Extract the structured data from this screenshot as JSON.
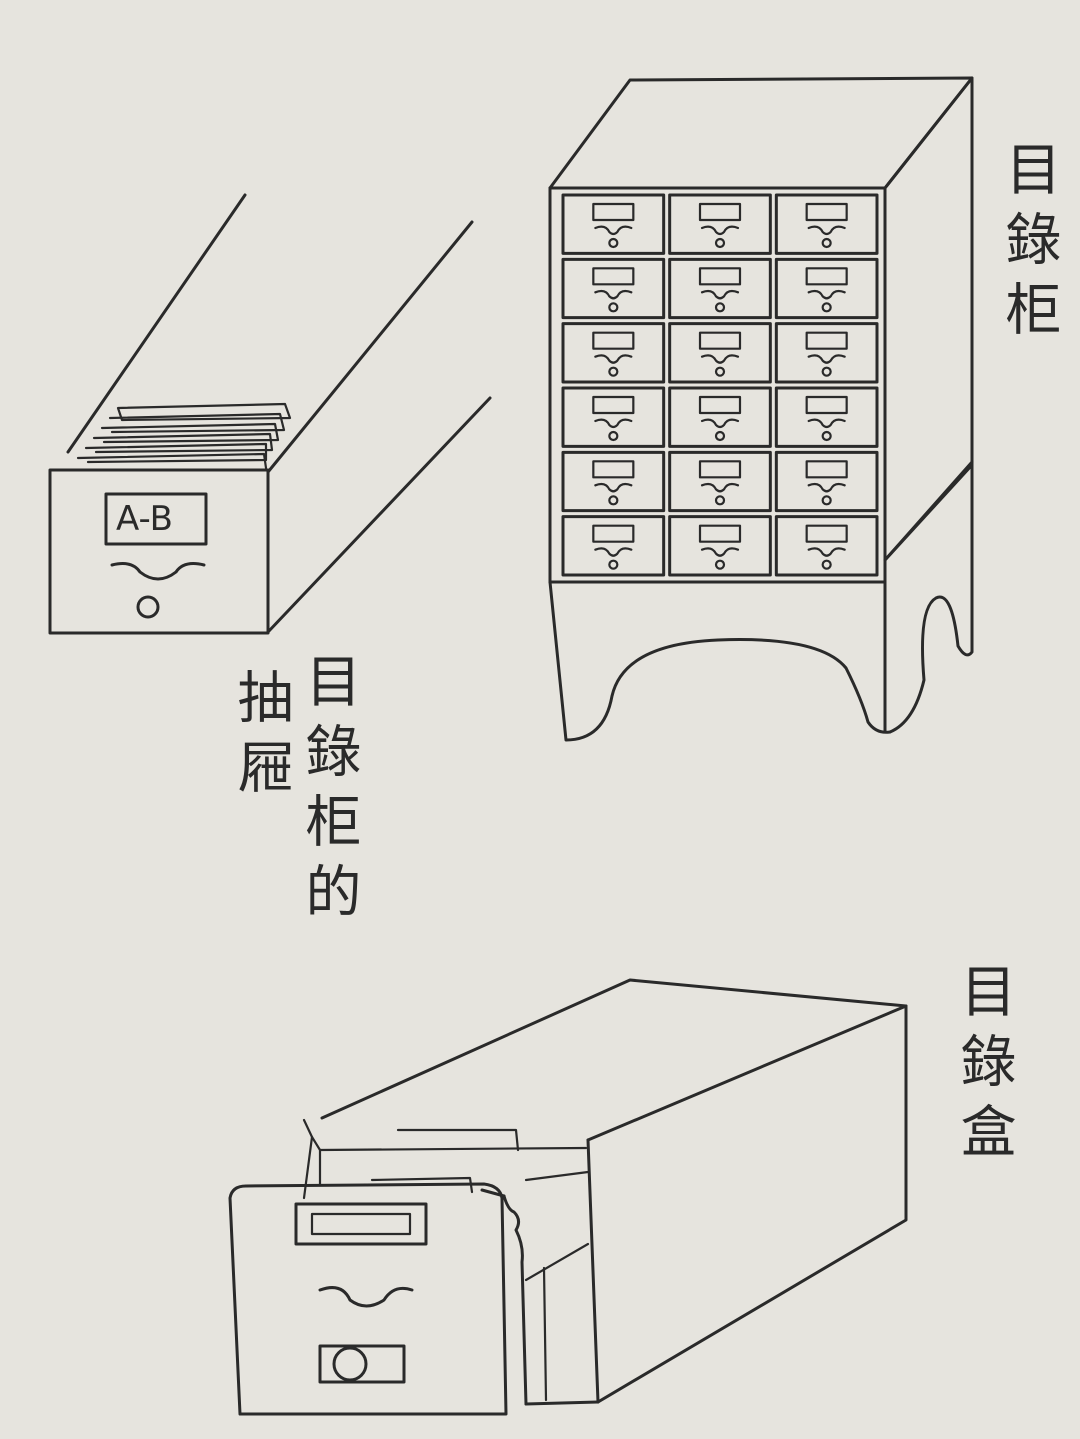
{
  "labels": {
    "cabinet": "目錄柜",
    "drawer_line1": "抽屜",
    "drawer_line2": "目錄柜的",
    "box": "目錄盒",
    "drawer_tag": "A-B"
  },
  "cabinet": {
    "rows": 6,
    "cols": 3
  },
  "colors": {
    "paper": "#e6e4de",
    "ink": "#2a2a2a"
  }
}
